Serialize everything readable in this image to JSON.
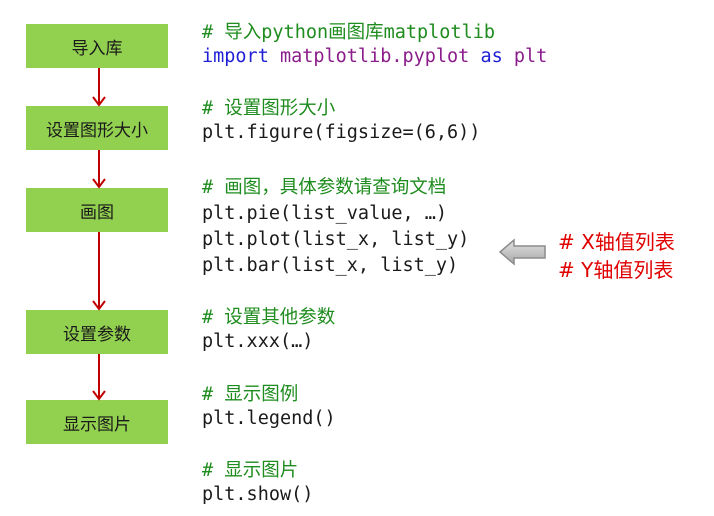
{
  "flow": {
    "steps": [
      "导入库",
      "设置图形大小",
      "画图",
      "设置参数",
      "显示图片"
    ]
  },
  "code": {
    "b1_comment": "# 导入python画图库matplotlib",
    "b1_import": "import",
    "b1_module": "matplotlib.pyplot",
    "b1_as": "as",
    "b1_alias": "plt",
    "b2_comment": "# 设置图形大小",
    "b2_line": "plt.figure(figsize=(6,6))",
    "b3_comment": "# 画图，具体参数请查询文档",
    "b3_line1": "plt.pie(list_value, …)",
    "b3_line2": "plt.plot(list_x, list_y)",
    "b3_line3": "plt.bar(list_x, list_y)",
    "b4_comment": "# 设置其他参数",
    "b4_line": "plt.xxx(…)",
    "b5_comment": "# 显示图例",
    "b5_line": "plt.legend()",
    "b6_comment": "# 显示图片",
    "b6_line": "plt.show()"
  },
  "notes": {
    "x": "# X轴值列表",
    "y": "# Y轴值列表"
  },
  "colors": {
    "box": "#92d050",
    "flow_arrow": "#c00000",
    "comment": "#1e8c1e",
    "keyword": "#1f1fd6",
    "module": "#8b1c8b",
    "note": "#e00000"
  }
}
